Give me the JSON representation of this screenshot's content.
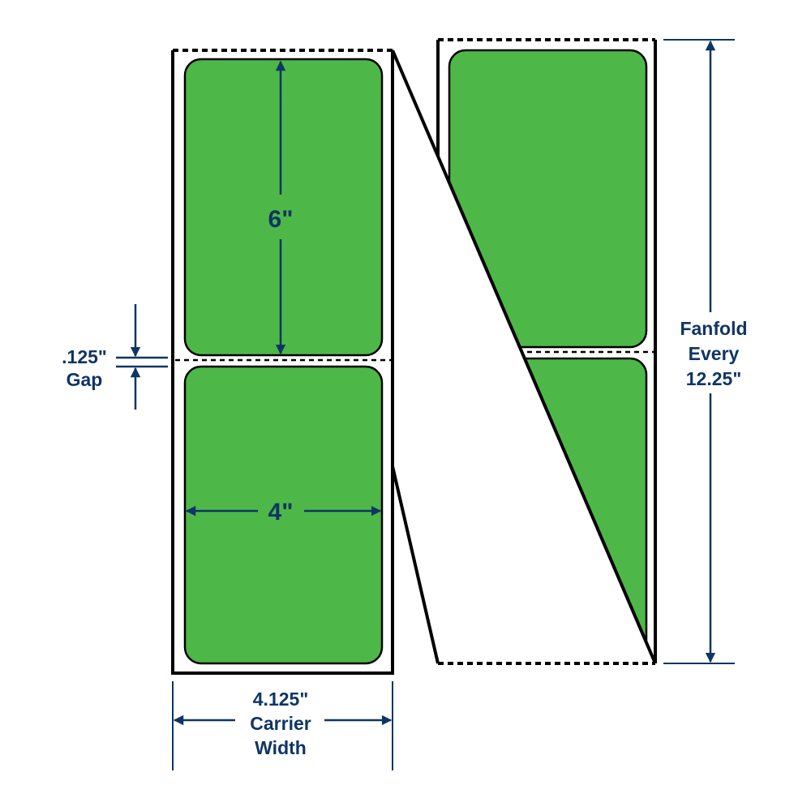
{
  "colors": {
    "label": "#4db848",
    "dimension": "#0f3564",
    "outline": "#000000"
  },
  "labels": {
    "height": "6\"",
    "width": "4\"",
    "gap_value": ".125\"",
    "gap_label": "Gap",
    "carrier_value": "4.125\"",
    "carrier_line1": "Carrier",
    "carrier_line2": "Width",
    "fanfold_line1": "Fanfold",
    "fanfold_line2": "Every",
    "fanfold_line3": "12.25\""
  }
}
